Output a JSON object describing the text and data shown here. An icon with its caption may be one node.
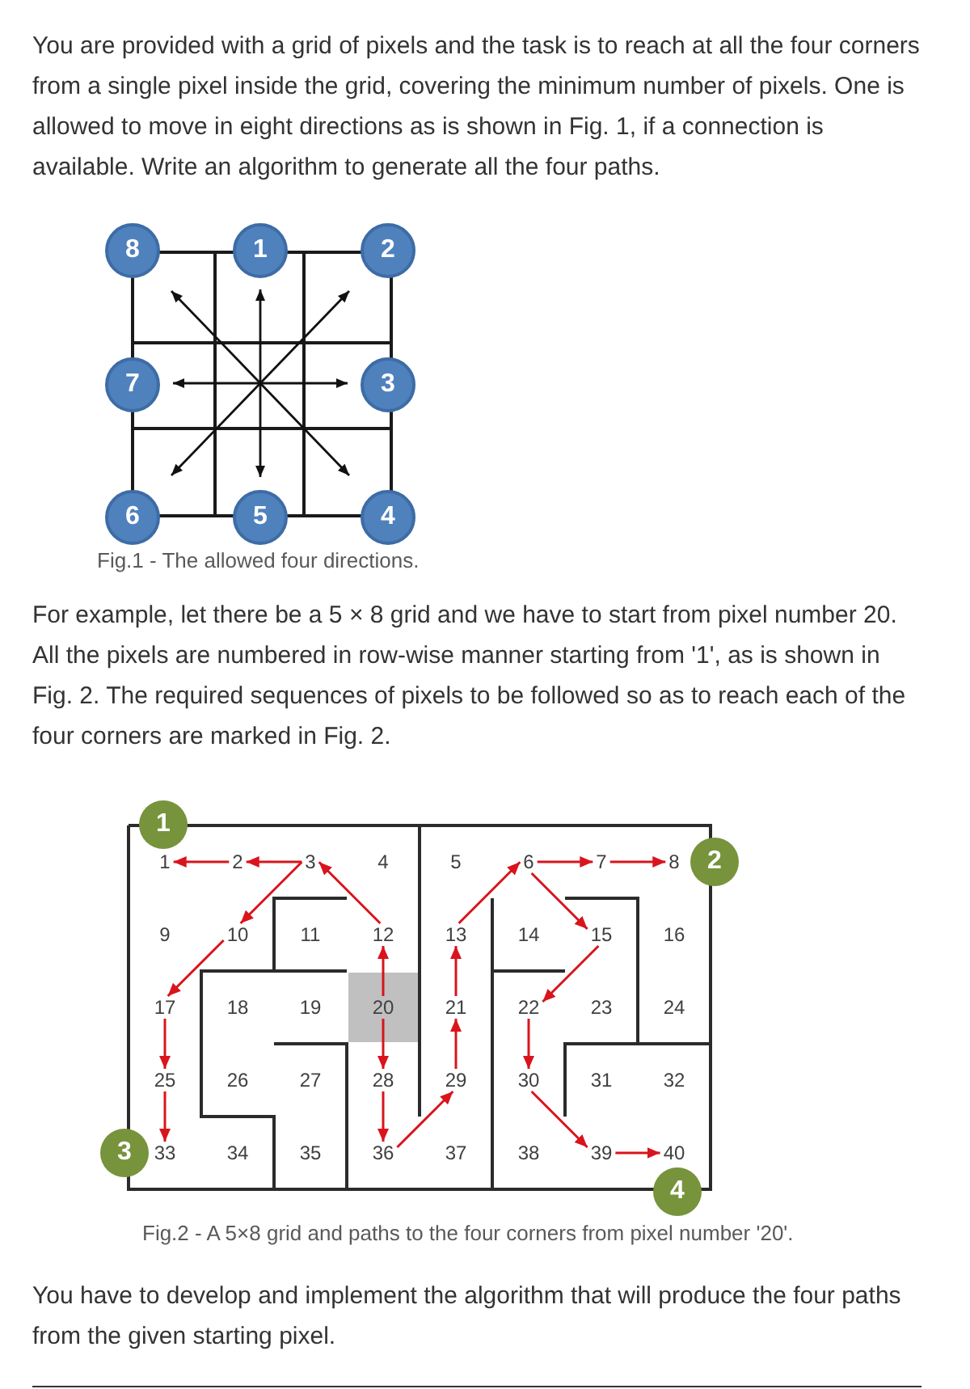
{
  "diagram": {
    "nodes": [
      {
        "text": [
          "8"
        ]
      },
      {
        "text": [
          "1"
        ]
      },
      {
        "text": [
          "2"
        ]
      },
      {
        "text": [
          "7"
        ]
      },
      {
        "text": [
          "3"
        ]
      },
      {
        "text": [
          "6"
        ]
      },
      {
        "text": [
          "5"
        ]
      },
      {
        "text": [
          "4"
        ]
      },
      {
        "text": [
          "1"
        ]
      },
      {
        "text": [
          "1"
        ]
      },
      {
        "text": [
          "2"
        ]
      },
      {
        "text": [
          "3"
        ]
      },
      {
        "text": [
          "6"
        ]
      },
      {
        "text": [
          "7"
        ]
      },
      {
        "text": [
          "8"
        ]
      },
      {
        "text": [
          "2"
        ]
      },
      {
        "text": [
          "10"
        ]
      },
      {
        "text": [
          "12"
        ]
      },
      {
        "text": [
          "13"
        ]
      },
      {
        "text": [
          "15"
        ]
      },
      {
        "text": [
          "17"
        ]
      },
      {
        "text": [
          "20"
        ]
      },
      {
        "text": [
          "21"
        ]
      },
      {
        "text": [
          "22"
        ]
      },
      {
        "text": [
          "25"
        ]
      },
      {
        "text": [
          "28"
        ]
      },
      {
        "text": [
          "29"
        ]
      },
      {
        "text": [
          "30"
        ]
      },
      {
        "text": [
          "3"
        ]
      },
      {
        "text": [
          "33"
        ]
      },
      {
        "text": [
          "36"
        ]
      },
      {
        "text": [
          "39"
        ]
      },
      {
        "text": [
          "40"
        ]
      },
      {
        "text": [
          "4"
        ]
      }
    ],
    "edges": [
      {
        "from": 21,
        "to": 17,
        "arrow": "to"
      },
      {
        "from": 17,
        "to": 11,
        "arrow": "to"
      },
      {
        "from": 11,
        "to": 10,
        "arrow": "to"
      },
      {
        "from": 10,
        "to": 9,
        "arrow": "to"
      },
      {
        "from": 11,
        "to": 16,
        "arrow": "to"
      },
      {
        "from": 16,
        "to": 20,
        "arrow": "to"
      },
      {
        "from": 20,
        "to": 24,
        "arrow": "to"
      },
      {
        "from": 24,
        "to": 29,
        "arrow": "to"
      },
      {
        "from": 21,
        "to": 25,
        "arrow": "to"
      },
      {
        "from": 25,
        "to": 30,
        "arrow": "to"
      },
      {
        "from": 30,
        "to": 26,
        "arrow": "to"
      },
      {
        "from": 26,
        "to": 22,
        "arrow": "to"
      },
      {
        "from": 22,
        "to": 18,
        "arrow": "to"
      },
      {
        "from": 18,
        "to": 12,
        "arrow": "to"
      },
      {
        "from": 12,
        "to": 13,
        "arrow": "to"
      },
      {
        "from": 13,
        "to": 14,
        "arrow": "to"
      },
      {
        "from": 12,
        "to": 19,
        "arrow": "to"
      },
      {
        "from": 19,
        "to": 23,
        "arrow": "to"
      },
      {
        "from": 23,
        "to": 27,
        "arrow": "to"
      },
      {
        "from": 27,
        "to": 31,
        "arrow": "to"
      },
      {
        "from": 31,
        "to": 32,
        "arrow": "to"
      }
    ],
    "labels": [
      "You are provided with a grid of pixels and the task is to reach at all the four corners from a single pixel inside the grid, covering the minimum number of pixels. One is allowed to move in eight directions as is shown in Fig. 1, if a connection is available. Write an algorithm to generate all the four paths.",
      "Fig.1 - The allowed four directions.",
      "For example, let there be a 5 × 8 grid and we have to start from pixel number 20.",
      "All the pixels are numbered in row-wise manner starting from '1', as is shown in Fig. 2. The required sequences of pixels to be followed so as to reach each of the four corners are marked in Fig. 2.",
      "4",
      "5",
      "9",
      "11",
      "14",
      "16",
      "18",
      "19",
      "23",
      "24",
      "26",
      "27",
      "31",
      "32",
      "34",
      "35",
      "37",
      "38",
      "Fig.2 - A 5×8 grid and paths to the four corners from pixel number '20'.",
      "You have to develop and implement the algorithm that will produce the four paths from the given starting pixel."
    ]
  }
}
